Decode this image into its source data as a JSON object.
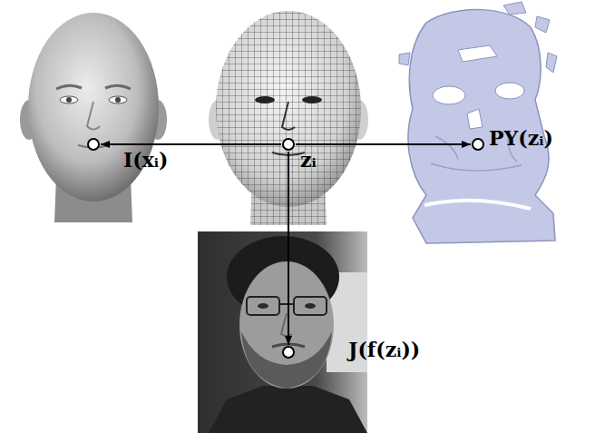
{
  "diagram": {
    "nodes": [
      {
        "text": [
          "I(xᵢ)"
        ]
      },
      {
        "text": [
          "zᵢ"
        ]
      },
      {
        "text": [
          "PY(zᵢ)"
        ]
      },
      {
        "text": [
          "J(f(zᵢ))"
        ]
      }
    ],
    "edges": [
      {
        "from": 1,
        "to": 0,
        "arrow": "to"
      },
      {
        "from": 1,
        "to": 2,
        "arrow": "to"
      },
      {
        "from": 1,
        "to": 3,
        "arrow": "to"
      }
    ]
  }
}
